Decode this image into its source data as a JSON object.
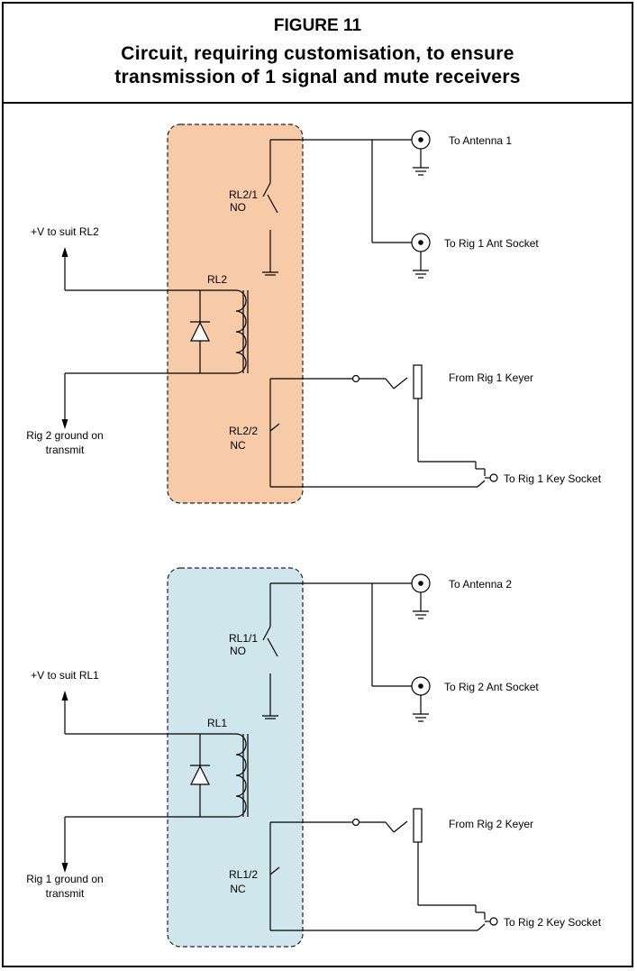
{
  "header": {
    "figure_label": "FIGURE 11",
    "title_line1": "Circuit, requiring customisation, to ensure",
    "title_line2": "transmission of 1 signal and mute receivers"
  },
  "colors": {
    "relay_box_top": "#f8cba8",
    "relay_box_bottom": "#cfe6ed",
    "line": "#000000"
  },
  "upper": {
    "contact1_label_a": "RL2/1",
    "contact1_label_b": "NO",
    "coil_label": "RL2",
    "contact2_label_a": "RL2/2",
    "contact2_label_b": "NC",
    "supply_label": "+V to suit RL2",
    "ground_label_a": "Rig 2 ground on",
    "ground_label_b": "transmit",
    "antenna_label": "To Antenna 1",
    "rig_ant_label": "To Rig 1 Ant Socket",
    "keyer_label": "From Rig 1 Keyer",
    "key_socket_label": "To Rig 1 Key Socket"
  },
  "lower": {
    "contact1_label_a": "RL1/1",
    "contact1_label_b": "NO",
    "coil_label": "RL1",
    "contact2_label_a": "RL1/2",
    "contact2_label_b": "NC",
    "supply_label": "+V to suit RL1",
    "ground_label_a": "Rig 1 ground on",
    "ground_label_b": "transmit",
    "antenna_label": "To Antenna 2",
    "rig_ant_label": "To Rig 2 Ant Socket",
    "keyer_label": "From Rig 2 Keyer",
    "key_socket_label": "To Rig 2 Key Socket"
  }
}
